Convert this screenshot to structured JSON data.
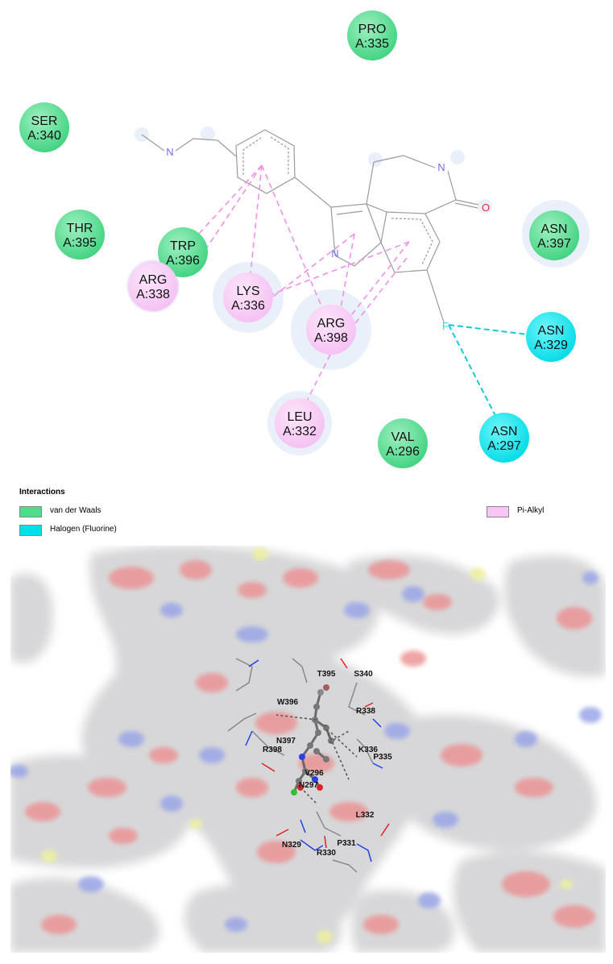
{
  "residues": [
    {
      "id": "pro335",
      "name": "PRO",
      "pos": "A:335",
      "type": "vdw"
    },
    {
      "id": "ser340",
      "name": "SER",
      "pos": "A:340",
      "type": "vdw"
    },
    {
      "id": "thr395",
      "name": "THR",
      "pos": "A:395",
      "type": "vdw"
    },
    {
      "id": "trp396",
      "name": "TRP",
      "pos": "A:396",
      "type": "vdw"
    },
    {
      "id": "arg338",
      "name": "ARG",
      "pos": "A:338",
      "type": "pialkyl"
    },
    {
      "id": "lys336",
      "name": "LYS",
      "pos": "A:336",
      "type": "pialkyl"
    },
    {
      "id": "arg398",
      "name": "ARG",
      "pos": "A:398",
      "type": "pialkyl"
    },
    {
      "id": "leu332",
      "name": "LEU",
      "pos": "A:332",
      "type": "pialkyl"
    },
    {
      "id": "val296",
      "name": "VAL",
      "pos": "A:296",
      "type": "vdw"
    },
    {
      "id": "asn397",
      "name": "ASN",
      "pos": "A:397",
      "type": "vdw"
    },
    {
      "id": "asn329",
      "name": "ASN",
      "pos": "A:329",
      "type": "halogen"
    },
    {
      "id": "asn297",
      "name": "ASN",
      "pos": "A:297",
      "type": "halogen"
    }
  ],
  "ligand_atoms": {
    "n1": "N",
    "n2": "N",
    "n3": "N",
    "o": "O",
    "f": "F"
  },
  "legend": {
    "title": "Interactions",
    "items": [
      {
        "label": "van der Waals",
        "color": "#4ddc8a"
      },
      {
        "label": "Halogen (Fluorine)",
        "color": "#00e0e8"
      },
      {
        "label": "Pi-Alkyl",
        "color": "#f7c6f5"
      }
    ]
  },
  "colors": {
    "vdw": "#4ddc8a",
    "halogen": "#00e0e8",
    "pialkyl": "#f7c6f5",
    "pialkyl_line": "#f090e8",
    "halogen_line": "#18c8d8"
  },
  "surface_labels": [
    "T395",
    "S340",
    "W396",
    "R338",
    "N397",
    "K336",
    "R398",
    "P335",
    "V296",
    "N297",
    "L332",
    "N329",
    "P331",
    "R330"
  ]
}
